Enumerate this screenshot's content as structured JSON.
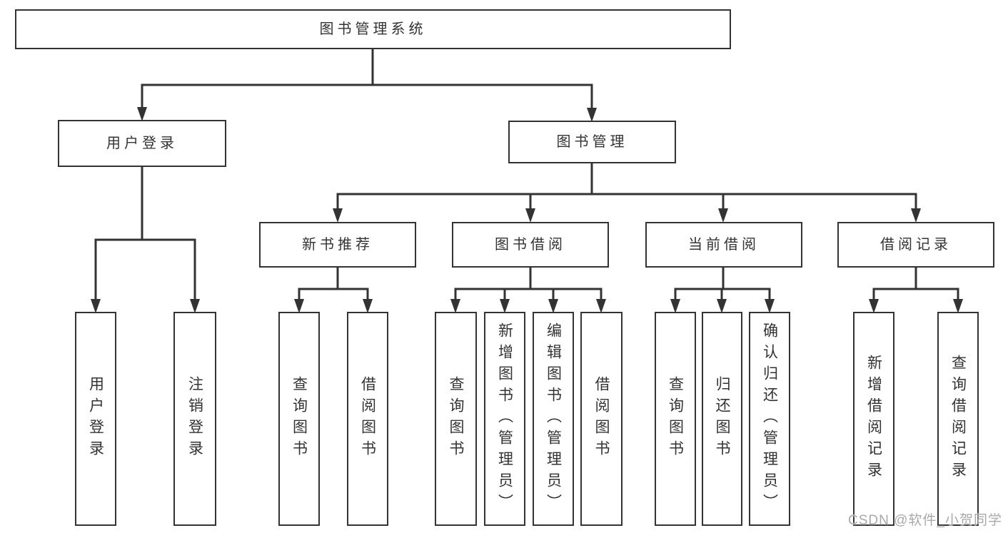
{
  "tree": {
    "label": "图书管理系统",
    "children": [
      {
        "label": "用户登录",
        "children": [
          {
            "label": "用户登录"
          },
          {
            "label": "注销登录"
          }
        ]
      },
      {
        "label": "图书管理",
        "children": [
          {
            "label": "新书推荐",
            "children": [
              {
                "label": "查询图书"
              },
              {
                "label": "借阅图书"
              }
            ]
          },
          {
            "label": "图书借阅",
            "children": [
              {
                "label": "查询图书"
              },
              {
                "label": "新增图书（管理员）"
              },
              {
                "label": "编辑图书（管理员）"
              },
              {
                "label": "借阅图书"
              }
            ]
          },
          {
            "label": "当前借阅",
            "children": [
              {
                "label": "查询图书"
              },
              {
                "label": "归还图书"
              },
              {
                "label": "确认归还（管理员）"
              }
            ]
          },
          {
            "label": "借阅记录",
            "children": [
              {
                "label": "新增借阅记录"
              },
              {
                "label": "查询借阅记录"
              }
            ]
          }
        ]
      }
    ]
  },
  "watermark": {
    "text": "CSDN @软件_小贺同学"
  },
  "colors": {
    "line": "#333333",
    "text": "#333333",
    "watermark": "#a9a9a9",
    "background": "#ffffff"
  }
}
